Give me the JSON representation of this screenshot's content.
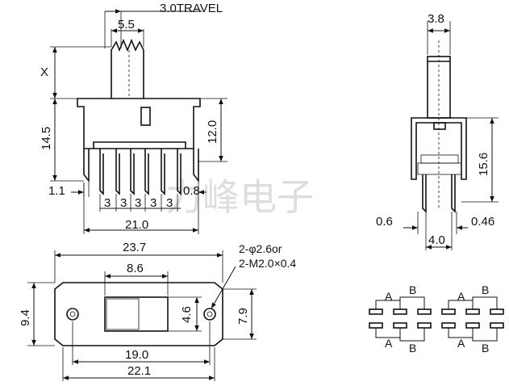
{
  "watermark": "力峰电子",
  "front_view": {
    "travel_label": "3.0TRAVEL",
    "knob_width": "5.5",
    "knob_height": "X",
    "overall_height": "14.5",
    "body_height": "12.0",
    "left_tab": "1.1",
    "right_tab": "0.8",
    "pitches": [
      "3",
      "3",
      "3",
      "3",
      "3"
    ],
    "pin_span": "21.0"
  },
  "side_view": {
    "knob_thickness": "3.8",
    "height": "15.6",
    "pin_thickness": "0.6",
    "pin_width": "0.46",
    "row_pitch": "4.0"
  },
  "top_view": {
    "overall_length": "23.7",
    "slot_length": "8.6",
    "hole_note_1": "2-φ2.6or",
    "hole_note_2": "2-M2.0×0.4",
    "width": "9.4",
    "slot_width": "4.6",
    "body_width": "7.9",
    "hole_spacing": "19.0",
    "body_length": "22.1"
  },
  "schematic": {
    "labels": [
      "A",
      "B",
      "A",
      "B",
      "A",
      "B",
      "A",
      "B"
    ]
  },
  "colors": {
    "line": "#111111",
    "background": "#ffffff",
    "watermark": "#b8b8b8"
  }
}
